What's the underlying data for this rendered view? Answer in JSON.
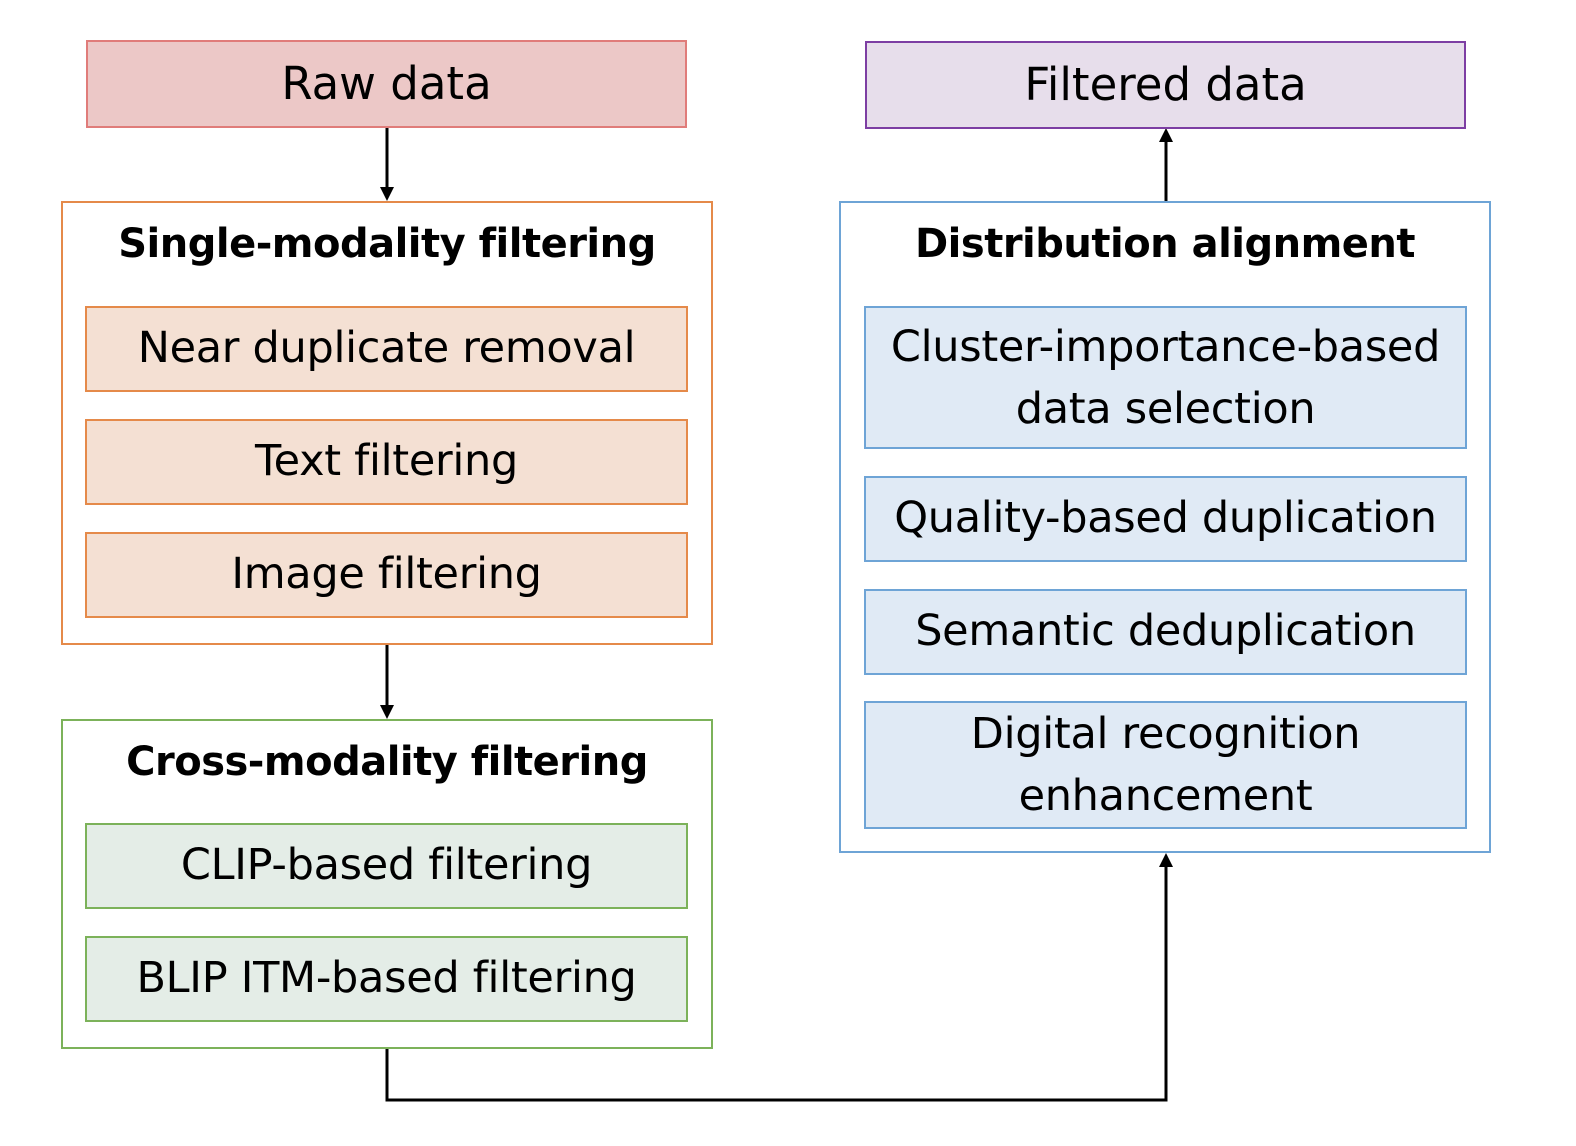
{
  "colors": {
    "raw_fill": "#ecc8c7",
    "raw_border": "#e07c7a",
    "filtered_fill": "#e7deeb",
    "filtered_border": "#7d3ea3",
    "single_border": "#e58a4a",
    "single_item_fill": "#f4e0d3",
    "cross_border": "#7cb25a",
    "cross_item_fill": "#e4ede7",
    "dist_border": "#6ea4d6",
    "dist_item_fill": "#e0eaf5",
    "arrow": "#000000"
  },
  "nodes": {
    "raw": "Raw data",
    "filtered": "Filtered data"
  },
  "single": {
    "title": "Single-modality filtering",
    "items": [
      "Near duplicate removal",
      "Text filtering",
      "Image filtering"
    ]
  },
  "cross": {
    "title": "Cross-modality filtering",
    "items": [
      "CLIP-based filtering",
      "BLIP ITM-based filtering"
    ]
  },
  "dist": {
    "title": "Distribution alignment",
    "items": [
      {
        "line1": "Cluster-importance-based",
        "line2": "data selection"
      },
      {
        "line1": "Quality-based duplication"
      },
      {
        "line1": "Semantic deduplication"
      },
      {
        "line1": "Digital recognition",
        "line2": "enhancement"
      }
    ]
  },
  "edges": [
    {
      "from": "Raw data",
      "to": "Single-modality filtering"
    },
    {
      "from": "Single-modality filtering",
      "to": "Cross-modality filtering"
    },
    {
      "from": "Cross-modality filtering",
      "to": "Distribution alignment"
    },
    {
      "from": "Distribution alignment",
      "to": "Filtered data"
    }
  ]
}
